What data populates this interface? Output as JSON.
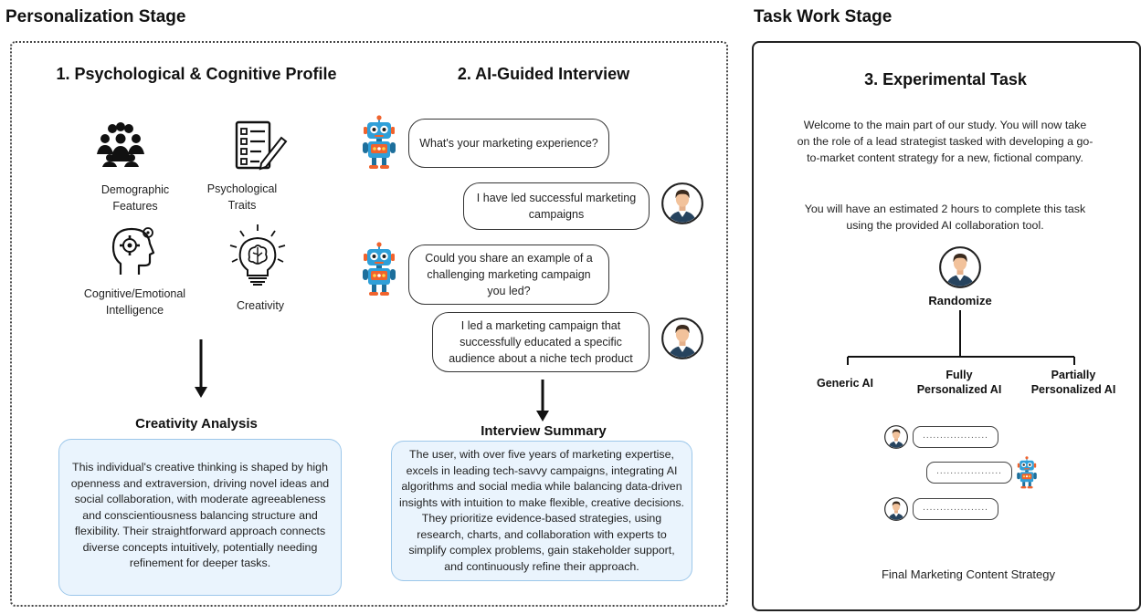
{
  "stages": {
    "personalization_title": "Personalization Stage",
    "task_work_title": "Task Work Stage"
  },
  "profile": {
    "title": "1. Psychological & Cognitive Profile",
    "items": [
      {
        "label_line1": "Demographic",
        "label_line2": "Features",
        "icon": "people-group-icon"
      },
      {
        "label_line1": "Psychological",
        "label_line2": "Traits",
        "icon": "checklist-icon"
      },
      {
        "label_line1": "Cognitive/Emotional",
        "label_line2": "Intelligence",
        "icon": "head-gear-icon"
      },
      {
        "label_line1": "Creativity",
        "label_line2": "",
        "icon": "lightbulb-brain-icon"
      }
    ],
    "analysis_title": "Creativity Analysis",
    "analysis_text": "This individual's creative thinking is shaped by high openness and extraversion, driving novel ideas and social collaboration, with moderate agreeableness and conscientiousness balancing structure and flexibility. Their straightforward approach connects diverse concepts intuitively, potentially needing refinement for deeper tasks."
  },
  "interview": {
    "title": "2. AI-Guided Interview",
    "messages": [
      {
        "from": "ai",
        "text": "What's your marketing experience?"
      },
      {
        "from": "user",
        "text": "I have led successful marketing campaigns"
      },
      {
        "from": "ai",
        "text": "Could you share an example of a challenging marketing campaign you led?"
      },
      {
        "from": "user",
        "text": "I led a marketing campaign that successfully educated a specific audience about a niche tech product"
      }
    ],
    "summary_title": "Interview Summary",
    "summary_text": "The user, with over five years of marketing expertise, excels in leading tech-savvy campaigns, integrating AI algorithms and social media while balancing data-driven insights with intuition to make flexible, creative decisions. They prioritize evidence-based strategies, using research, charts, and collaboration with experts to simplify complex problems, gain stakeholder support, and continuously refine their approach."
  },
  "task": {
    "title": "3. Experimental Task",
    "intro": "Welcome to the main part of our study. You will now take on the role of a lead strategist tasked with developing a go-to-market content strategy for a new, fictional company.",
    "time_note": "You will have an estimated 2 hours to complete this task using the provided AI collaboration tool.",
    "randomize_label": "Randomize",
    "branches": [
      {
        "line1": "Generic AI",
        "line2": ""
      },
      {
        "line1": "Fully",
        "line2": "Personalized AI"
      },
      {
        "line1": "Partially",
        "line2": "Personalized AI"
      }
    ],
    "mini_chat_placeholder": "...................",
    "footer": "Final Marketing Content Strategy"
  },
  "colors": {
    "summary_fill": "#eaf4fd",
    "summary_border": "#9cc7ea",
    "robot_body": "#2f9fd8",
    "robot_accent": "#f0632d",
    "avatar_skin": "#f2c29b",
    "avatar_hair": "#3a2a1e",
    "avatar_suit": "#26435e"
  }
}
